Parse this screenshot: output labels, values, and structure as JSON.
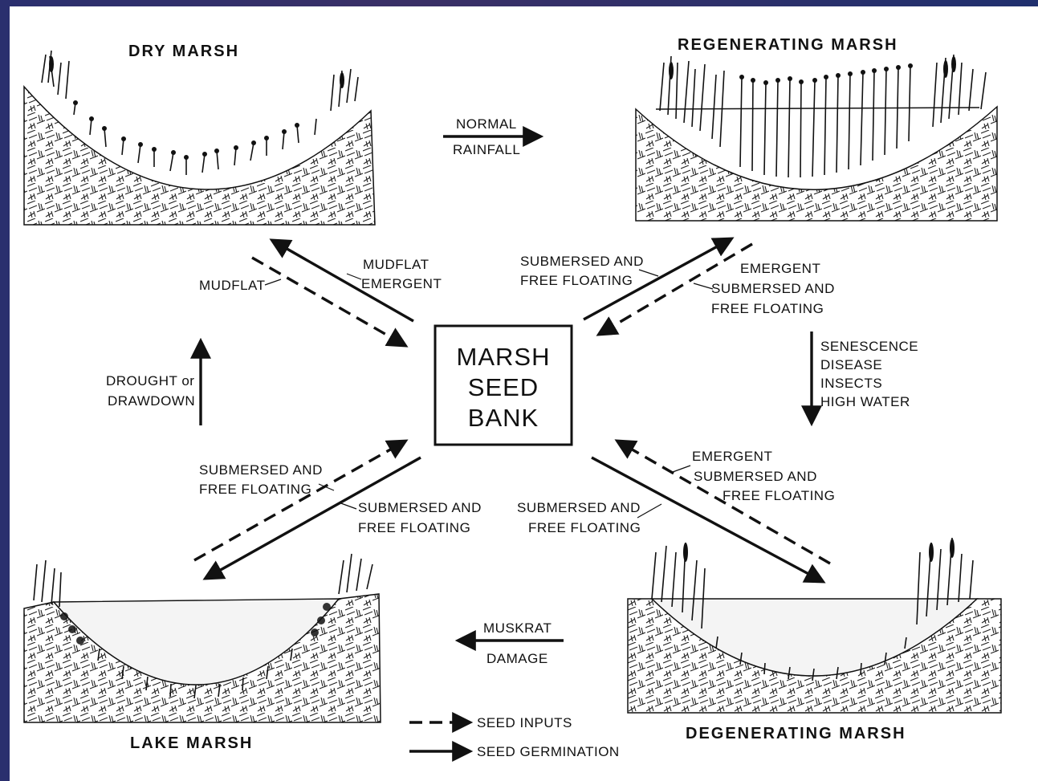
{
  "diagram": {
    "titles": {
      "dry": "DRY MARSH",
      "regen": "REGENERATING MARSH",
      "lake": "LAKE MARSH",
      "degen": "DEGENERATING MARSH"
    },
    "center": {
      "line1": "MARSH",
      "line2": "SEED",
      "line3": "BANK"
    },
    "transitions": {
      "dry_to_regen": {
        "top": "NORMAL",
        "bottom": "RAINFALL"
      },
      "regen_to_degen": {
        "lines": [
          "SENESCENCE",
          "DISEASE",
          "INSECTS",
          "HIGH WATER"
        ]
      },
      "degen_to_lake": {
        "top": "MUSKRAT",
        "bottom": "DAMAGE"
      },
      "lake_to_dry": {
        "line1": "DROUGHT or",
        "line2": "DRAWDOWN"
      }
    },
    "flows": {
      "dry_input": "MUDFLAT",
      "dry_germ": {
        "line1": "MUDFLAT",
        "line2": "EMERGENT"
      },
      "regen_germ": {
        "line1": "SUBMERSED AND",
        "line2": "FREE FLOATING"
      },
      "regen_input": {
        "line1": "EMERGENT",
        "line2": "SUBMERSED AND",
        "line3": "FREE FLOATING"
      },
      "lake_input": {
        "line1": "SUBMERSED AND",
        "line2": "FREE FLOATING"
      },
      "lake_germ": {
        "line1": "SUBMERSED AND",
        "line2": "FREE FLOATING"
      },
      "degen_input": {
        "line1": "EMERGENT",
        "line2": "SUBMERSED AND",
        "line3": "FREE FLOATING"
      },
      "degen_germ": {
        "line1": "SUBMERSED AND",
        "line2": "FREE FLOATING"
      }
    },
    "legend": {
      "inputs": "SEED INPUTS",
      "germination": "SEED GERMINATION"
    }
  }
}
